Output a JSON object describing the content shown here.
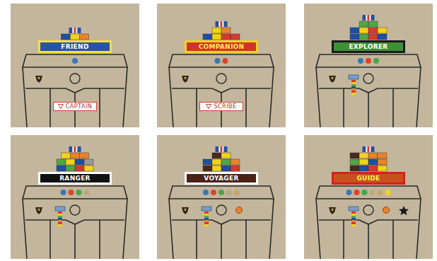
{
  "diagram": {
    "nodes": [
      {
        "text": [
          "FRIEND"
        ]
      },
      {
        "text": [
          "COMPANION"
        ]
      },
      {
        "text": [
          "EXPLORER"
        ]
      },
      {
        "text": [
          "RANGER"
        ]
      },
      {
        "text": [
          "VOYAGER"
        ]
      },
      {
        "text": [
          "GUIDE"
        ]
      },
      {
        "text": [
          "CAPTAIN"
        ]
      },
      {
        "text": [
          "SCRIBE"
        ]
      }
    ]
  }
}
